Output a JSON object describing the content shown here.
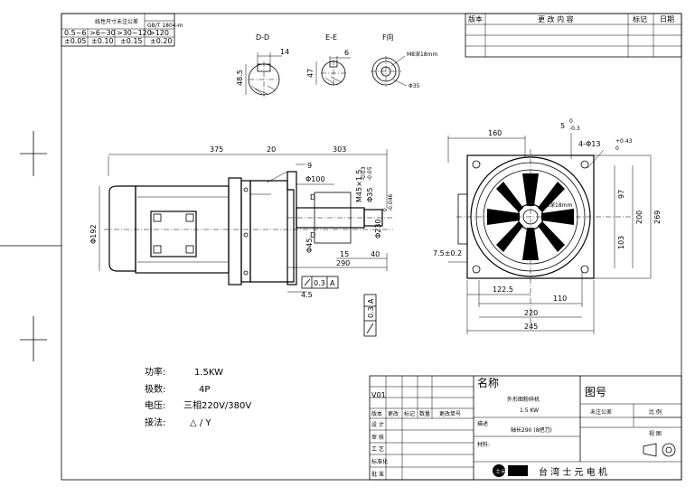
{
  "tolerance_table": {
    "title": "线性尺寸未注公差",
    "standard": "GB/T 1804-m",
    "ranges": [
      "0.5~6",
      ">6~30",
      ">30~120",
      ">120"
    ],
    "values": [
      "±0.05",
      "±0.10",
      "±0.15",
      "±0.20"
    ]
  },
  "revision_table": {
    "headers": [
      "版本",
      "更 改 内 容",
      "标记",
      "日期"
    ]
  },
  "views": {
    "dd_label": "D-D",
    "ee_label": "E-E",
    "f_label": "F向",
    "dd_width": "14",
    "dd_height": "48.5",
    "ee_width": "6",
    "ee_height": "47",
    "f_thread": "M8深18mm",
    "f_dia": "Φ35"
  },
  "dimensions": {
    "d375": "375",
    "d20": "20",
    "d303": "303",
    "d9": "9",
    "d100": "Φ100",
    "m45": "M45×1.5",
    "d35": "Φ35",
    "d35_tol_upper": "-0.03",
    "d35_tol_lower": "-0.05",
    "d230": "Φ230",
    "d230_tol_upper": "0",
    "d230_tol_lower": "-0.046",
    "d192": "Φ192",
    "d45": "Φ45",
    "d15": "15",
    "d40": "40",
    "d290": "290",
    "d45b": "4.5",
    "d_label": "D",
    "tol_03": "0.3",
    "datum_a": "A",
    "d160": "160",
    "d5": "5",
    "d5_tol_upper": "0",
    "d5_tol_lower": "-0.3",
    "d_holes": "4-Φ13",
    "d_holes_tol_upper": "+0.43",
    "d_holes_tol_lower": "0",
    "d_m8": "M8深18mm",
    "d97": "97",
    "d103": "103",
    "d200": "200",
    "d269": "269",
    "d75": "7.5±0.2",
    "d1225": "122.5",
    "d110": "110",
    "d220": "220",
    "d245": "245"
  },
  "specs": [
    {
      "label": "功率:",
      "value": "1.5KW"
    },
    {
      "label": "极数:",
      "value": "4P"
    },
    {
      "label": "电压:",
      "value": "三相220V/380V"
    },
    {
      "label": "接法:",
      "value": "△ / Y"
    }
  ],
  "title_block": {
    "version": "V01",
    "name_label": "名称",
    "name_value": "外形图粉碎机",
    "power_value": "1.5 KW",
    "drawing_no_label": "图号",
    "tolerance_label": "未注公差",
    "scale_label": "比 例",
    "view_label": "视 图",
    "desc_label": "描述",
    "desc_value": "轴长290 (8把刀)",
    "material_label": "材料:",
    "row_headers": [
      "版本",
      "更改",
      "标记",
      "数量",
      "更改单号"
    ],
    "left_labels": [
      "设 计",
      "审 核",
      "工 艺",
      "标准化",
      "批 准"
    ],
    "company_logo_text": "士元",
    "company_name": "台 湾 士 元 电 机"
  }
}
